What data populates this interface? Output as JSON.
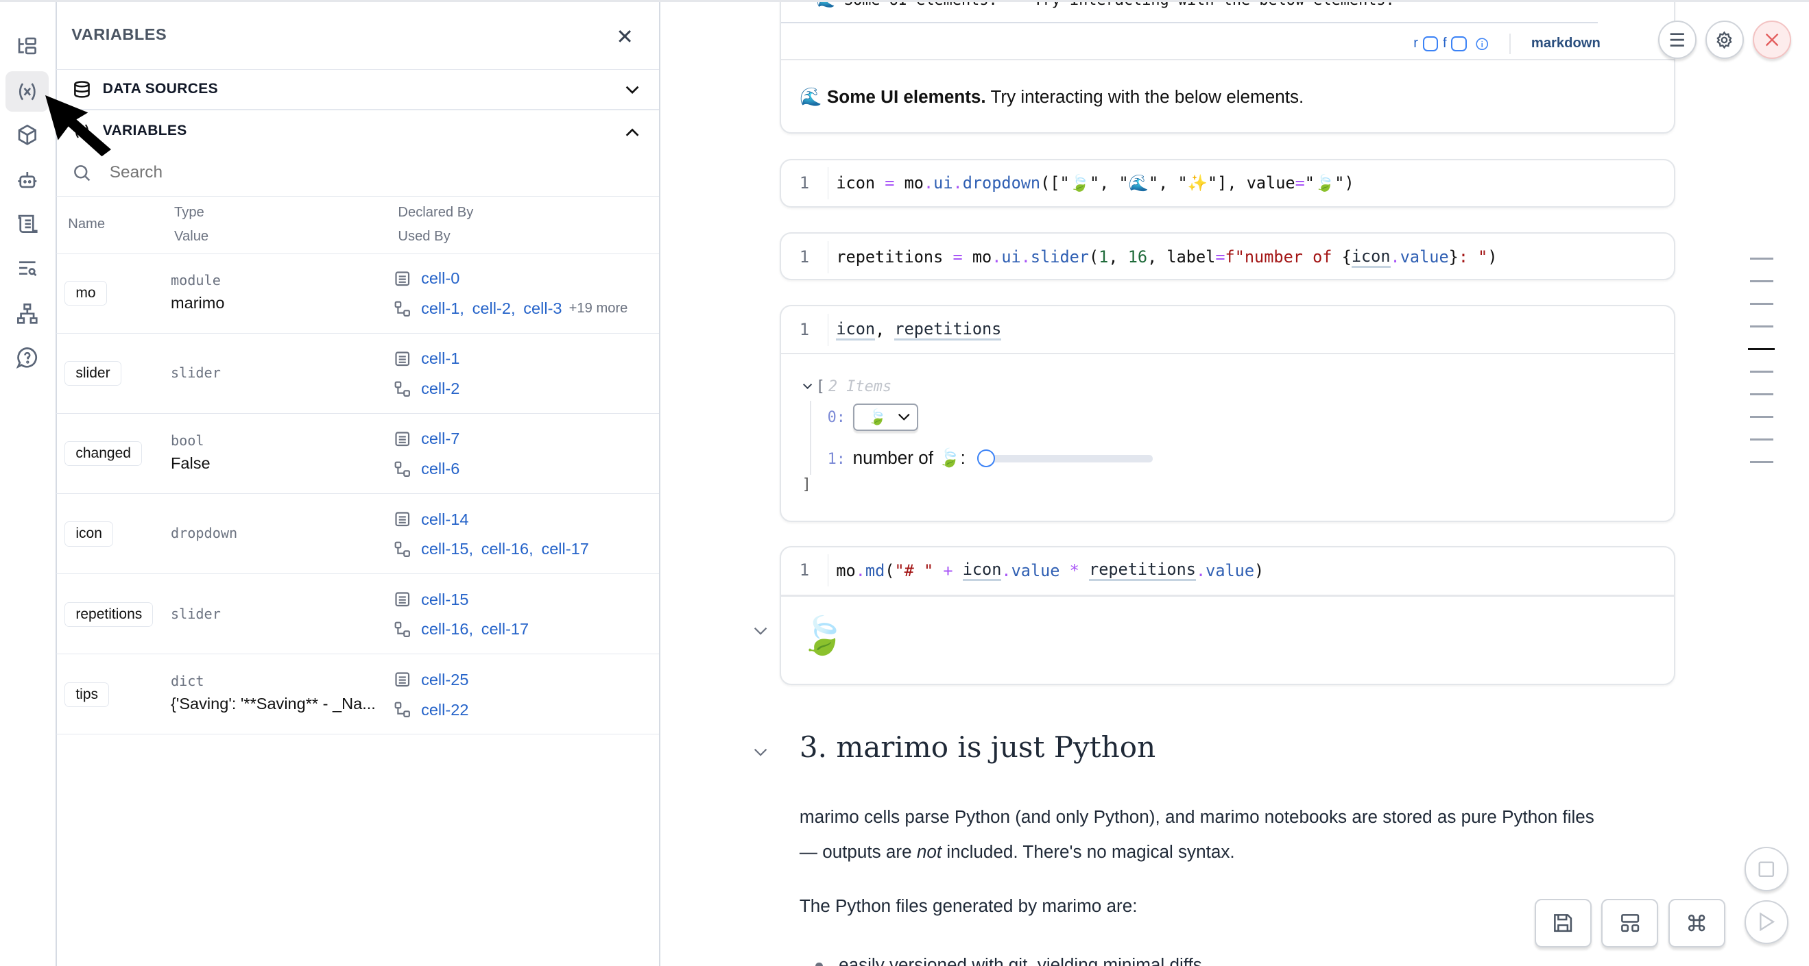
{
  "sidebar_rail": {
    "items": [
      {
        "icon": "file-tree-icon",
        "active": false
      },
      {
        "icon": "variable-icon",
        "active": true
      },
      {
        "icon": "package-icon",
        "active": false
      },
      {
        "icon": "ai-bot-icon",
        "active": false
      },
      {
        "icon": "scroll-log-icon",
        "active": false
      },
      {
        "icon": "search-list-icon",
        "active": false
      },
      {
        "icon": "dependency-graph-icon",
        "active": false
      },
      {
        "icon": "help-chat-icon",
        "active": false
      }
    ]
  },
  "panel": {
    "title": "VARIABLES",
    "data_sources_label": "DATA SOURCES",
    "variables_label": "VARIABLES",
    "search_placeholder": "Search",
    "columns": {
      "name": "Name",
      "type": "Type",
      "value": "Value",
      "declared_by": "Declared By",
      "used_by": "Used By"
    },
    "rows": [
      {
        "name": "mo",
        "type": "module",
        "value": "marimo",
        "declared": [
          "cell-0"
        ],
        "used": [
          "cell-1",
          "cell-2",
          "cell-3"
        ],
        "more": "+19 more"
      },
      {
        "name": "slider",
        "type": "slider",
        "value": "",
        "declared": [
          "cell-1"
        ],
        "used": [
          "cell-2"
        ]
      },
      {
        "name": "changed",
        "type": "bool",
        "value": "False",
        "declared": [
          "cell-7"
        ],
        "used": [
          "cell-6"
        ]
      },
      {
        "name": "icon",
        "type": "dropdown",
        "value": "",
        "declared": [
          "cell-14"
        ],
        "used": [
          "cell-15",
          "cell-16",
          "cell-17"
        ]
      },
      {
        "name": "repetitions",
        "type": "slider",
        "value": "",
        "declared": [
          "cell-15"
        ],
        "used": [
          "cell-16",
          "cell-17"
        ]
      },
      {
        "name": "tips",
        "type": "dict",
        "value": "{'Saving': '**Saving** - _Na...",
        "declared": [
          "cell-25"
        ],
        "used": [
          "cell-22"
        ]
      }
    ]
  },
  "notebook": {
    "top_cell": {
      "code": "\"\"\"🌊 Some UI elements.\"\"\" Try interacting with the below elements.",
      "toolbar": {
        "r": "r",
        "f": "f",
        "language": "markdown"
      },
      "output_bold": "Some UI elements.",
      "output_emoji": "🌊",
      "output_rest": "Try interacting with the below elements."
    },
    "right_buttons": [
      "menu-icon",
      "settings-icon",
      "close-icon"
    ],
    "cells": [
      {
        "line": "1",
        "tokens": [
          {
            "t": "icon",
            "c": "kw"
          },
          {
            "t": " = ",
            "c": "op"
          },
          {
            "t": "mo",
            "c": "kw"
          },
          {
            "t": ".",
            "c": "op"
          },
          {
            "t": "ui",
            "c": "fn"
          },
          {
            "t": ".",
            "c": "op"
          },
          {
            "t": "dropdown",
            "c": "fn"
          },
          {
            "t": "([\"🍃\", \"🌊\", \"✨\"], value",
            "c": "kw"
          },
          {
            "t": "=",
            "c": "op"
          },
          {
            "t": "\"🍃\")",
            "c": "kw"
          }
        ]
      },
      {
        "line": "1",
        "tokens": [
          {
            "t": "repetitions",
            "c": "kw"
          },
          {
            "t": " = ",
            "c": "op"
          },
          {
            "t": "mo",
            "c": "kw"
          },
          {
            "t": ".",
            "c": "op"
          },
          {
            "t": "ui",
            "c": "fn"
          },
          {
            "t": ".",
            "c": "op"
          },
          {
            "t": "slider",
            "c": "fn"
          },
          {
            "t": "(",
            "c": "kw"
          },
          {
            "t": "1",
            "c": "num"
          },
          {
            "t": ", ",
            "c": "kw"
          },
          {
            "t": "16",
            "c": "num"
          },
          {
            "t": ", label",
            "c": "kw"
          },
          {
            "t": "=",
            "c": "op"
          },
          {
            "t": "f\"number of ",
            "c": "str"
          },
          {
            "t": "{",
            "c": "kw"
          },
          {
            "t": "icon",
            "c": "ref"
          },
          {
            "t": ".",
            "c": "op"
          },
          {
            "t": "value",
            "c": "fn"
          },
          {
            "t": "}",
            "c": "kw"
          },
          {
            "t": ": \"",
            "c": "str"
          },
          {
            "t": ")",
            "c": "kw"
          }
        ]
      },
      {
        "line": "1",
        "tokens": [
          {
            "t": "icon",
            "c": "ref"
          },
          {
            "t": ", ",
            "c": "kw"
          },
          {
            "t": "repetitions",
            "c": "ref"
          }
        ]
      },
      {
        "line": "1",
        "tokens": [
          {
            "t": "mo",
            "c": "kw"
          },
          {
            "t": ".",
            "c": "op"
          },
          {
            "t": "md",
            "c": "fn"
          },
          {
            "t": "(",
            "c": "kw"
          },
          {
            "t": "\"# \"",
            "c": "str"
          },
          {
            "t": " + ",
            "c": "op"
          },
          {
            "t": "icon",
            "c": "ref"
          },
          {
            "t": ".",
            "c": "op"
          },
          {
            "t": "value",
            "c": "fn"
          },
          {
            "t": " * ",
            "c": "op"
          },
          {
            "t": "repetitions",
            "c": "ref"
          },
          {
            "t": ".",
            "c": "op"
          },
          {
            "t": "value",
            "c": "fn"
          },
          {
            "t": ")",
            "c": "kw"
          }
        ]
      }
    ],
    "tuple_output": {
      "open": "[",
      "count_label": "2 Items",
      "item0_index": "0:",
      "dropdown_value": "🍃",
      "item1_index": "1:",
      "slider_label": "number of 🍃:",
      "slider_value_fraction": 0,
      "close": "]"
    },
    "md_output": "🍃",
    "heading": "3. marimo is just Python",
    "para1_line1": "marimo cells parse Python (and only Python), and marimo notebooks are stored as pure Python files",
    "para1_line2a": "— outputs are ",
    "para1_line2_em": "not",
    "para1_line2b": " included. There's no magical syntax.",
    "para2": "The Python files generated by marimo are:",
    "bullet1": "easily versioned with git, yielding minimal diffs",
    "bottom_buttons": [
      "save-icon",
      "layout-icon",
      "command-icon"
    ],
    "run_buttons": [
      "stop-icon",
      "run-icon"
    ]
  },
  "colors": {
    "link": "#2563c9",
    "accent": "#3b82f6",
    "close_red": "#e35d5d"
  }
}
